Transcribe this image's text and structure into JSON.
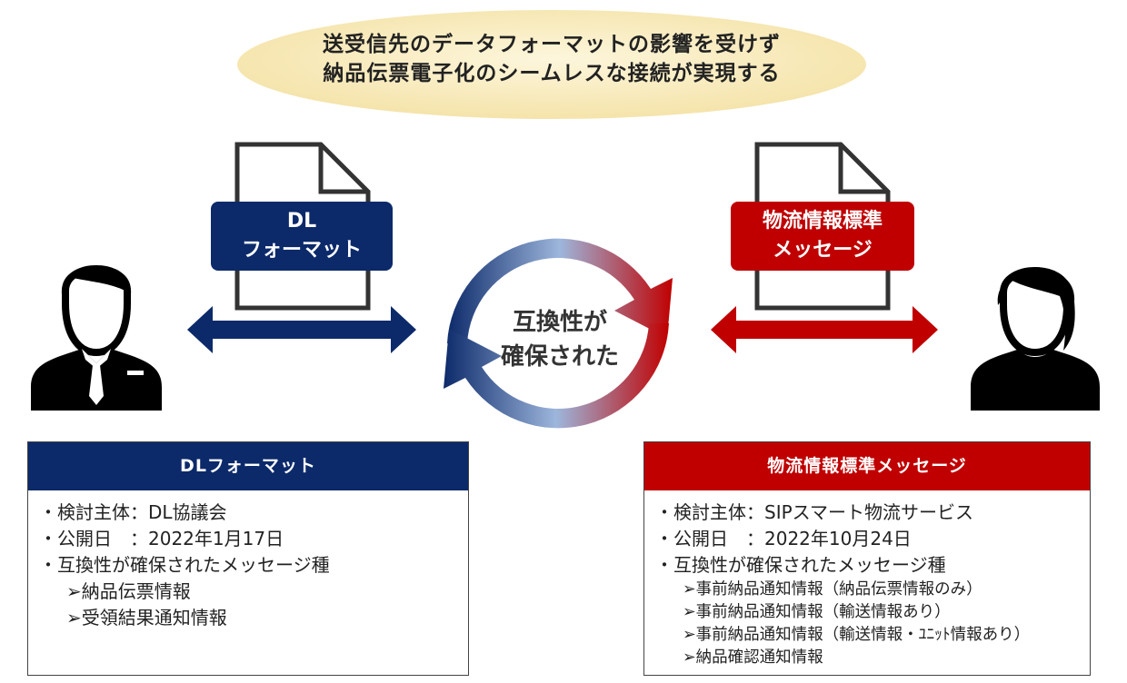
{
  "headline": {
    "line1": "送受信先のデータフォーマットの影響を受けず",
    "line2": "納品伝票電子化のシームレスな接続が実現する"
  },
  "left_doc": {
    "line1": "DL",
    "line2": "フォーマット"
  },
  "right_doc": {
    "line1": "物流情報標準",
    "line2": "メッセージ"
  },
  "center": {
    "line1": "互換性が",
    "line2": "確保された"
  },
  "left_panel": {
    "title": "DLフォーマット",
    "rows": [
      "・検討主体：DL協議会",
      "・公開日　：2022年1月17日",
      "・互換性が確保されたメッセージ種"
    ],
    "subs": [
      "➢納品伝票情報",
      "➢受領結果通知情報"
    ]
  },
  "right_panel": {
    "title": "物流情報標準メッセージ",
    "rows": [
      "・検討主体：SIPスマート物流サービス",
      "・公開日　：2022年10月24日",
      "・互換性が確保されたメッセージ種"
    ],
    "subs": [
      "➢事前納品通知情報（納品伝票情報のみ）",
      "➢事前納品通知情報（輸送情報あり）",
      "➢事前納品通知情報（輸送情報・ﾕﾆｯﾄ情報あり）",
      "➢納品確認通知情報"
    ]
  },
  "colors": {
    "navy": "#0c2a6a",
    "red": "#c00000",
    "bubble": "#fbf1c9"
  }
}
